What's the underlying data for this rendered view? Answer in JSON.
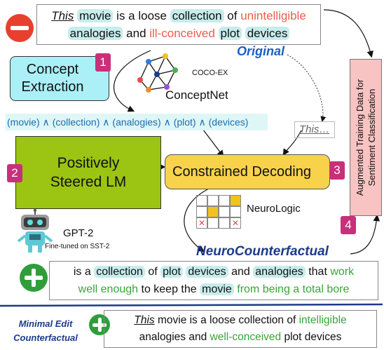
{
  "original": {
    "label": "Original",
    "sentence": [
      {
        "t": "This",
        "s": "ital"
      },
      {
        "t": " "
      },
      {
        "t": "movie",
        "s": "hl"
      },
      {
        "t": " is a loose "
      },
      {
        "t": "collection",
        "s": "hl"
      },
      {
        "t": " of "
      },
      {
        "t": "unintelligible",
        "s": "red"
      },
      {
        "t": " ",
        "br": true
      },
      {
        "t": "analogies",
        "s": "hl"
      },
      {
        "t": " and "
      },
      {
        "t": "ill-conceived",
        "s": "red"
      },
      {
        "t": " "
      },
      {
        "t": "plot",
        "s": "hl"
      },
      {
        "t": "  "
      },
      {
        "t": "devices",
        "s": "hl"
      }
    ]
  },
  "concept_extraction": {
    "label": "Concept Extraction",
    "badge": "1"
  },
  "coco_ex": "COCO-EX",
  "conceptnet": "ConceptNet",
  "concept_chain": "(movie) ∧ (collection) ∧ (analogies) ∧ (plot) ∧ (devices)",
  "prefix": "This…",
  "positively_steered": {
    "label": "Positively Steered LM",
    "badge": "2"
  },
  "constrained_decoding": {
    "label": "Constrained Decoding",
    "badge": "3"
  },
  "neurologic": "NeuroLogic",
  "gpt2": {
    "label": "GPT-2",
    "sub": "Fine-tuned on SST-2"
  },
  "augmented": {
    "label": "Augmented Training Data for Sentiment Classification",
    "badge": "4"
  },
  "neurocounterfactual": {
    "label": "NeuroCounterfactual",
    "sentence": [
      {
        "t": "is a "
      },
      {
        "t": "collection",
        "s": "hl"
      },
      {
        "t": " of "
      },
      {
        "t": "plot",
        "s": "hl"
      },
      {
        "t": " "
      },
      {
        "t": "devices",
        "s": "hl"
      },
      {
        "t": " and "
      },
      {
        "t": "analogies",
        "s": "hl"
      },
      {
        "t": " that "
      },
      {
        "t": "work",
        "s": "green"
      },
      {
        "t": " ",
        "br": true
      },
      {
        "t": "well enough",
        "s": "green"
      },
      {
        "t": " to keep the "
      },
      {
        "t": "movie",
        "s": "hl"
      },
      {
        "t": " from being a total bore",
        "s": "green"
      }
    ]
  },
  "minimal_edit": {
    "label": "Minimal Edit Counterfactual",
    "sentence": [
      {
        "t": "This",
        "s": "ital"
      },
      {
        "t": " movie is a loose collection of "
      },
      {
        "t": "intelligible",
        "s": "green"
      },
      {
        "t": " ",
        "br": true
      },
      {
        "t": "analogies and "
      },
      {
        "t": "well-conceived",
        "s": "green"
      },
      {
        "t": " plot  devices"
      }
    ]
  },
  "colors": {
    "minus_red": "#e8402e",
    "plus_green": "#2f9e3a",
    "concept_box": "#aaf0f6",
    "steered_box": "#9cc413",
    "decoding_box": "#f9d24c",
    "augmented_box": "#f7c3c3",
    "badge": "#c8307a",
    "navy": "#1d3a8a"
  }
}
